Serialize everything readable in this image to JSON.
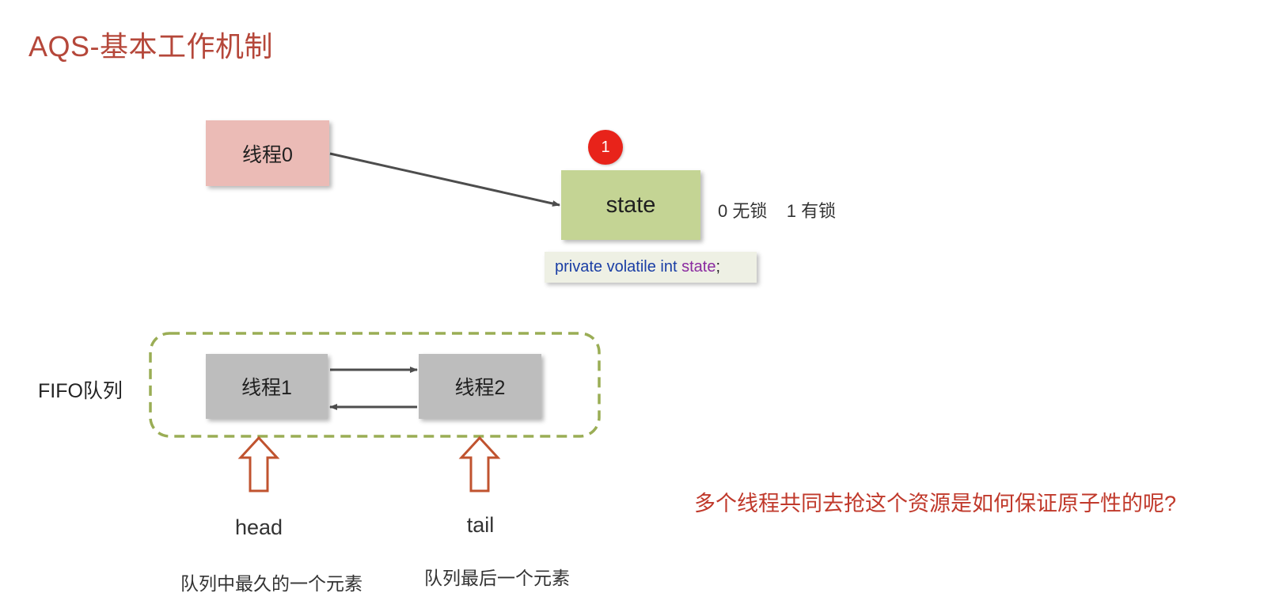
{
  "title": "AQS-基本工作机制",
  "thread0": {
    "label": "线程0"
  },
  "state": {
    "label": "state",
    "badge": "1",
    "legend": "0 无锁    1 有锁"
  },
  "code": {
    "keywords": "private volatile int ",
    "field": "state",
    "end": ";"
  },
  "queue": {
    "label": "FIFO队列",
    "thread1": "线程1",
    "thread2": "线程2",
    "head_label": "head",
    "tail_label": "tail",
    "head_desc": "队列中最久的一个元素",
    "tail_desc": "队列最后一个元素"
  },
  "question": "多个线程共同去抢这个资源是如何保证原子性的呢?",
  "colors": {
    "title": "#b5473a",
    "thread0_fill": "#ebbbb6",
    "state_fill": "#c4d494",
    "queue_thread_fill": "#bdbdbd",
    "badge": "#e8231a",
    "dashed_border": "#9aad55",
    "pointer_arrow": "#c0532f",
    "question": "#c0392b"
  }
}
